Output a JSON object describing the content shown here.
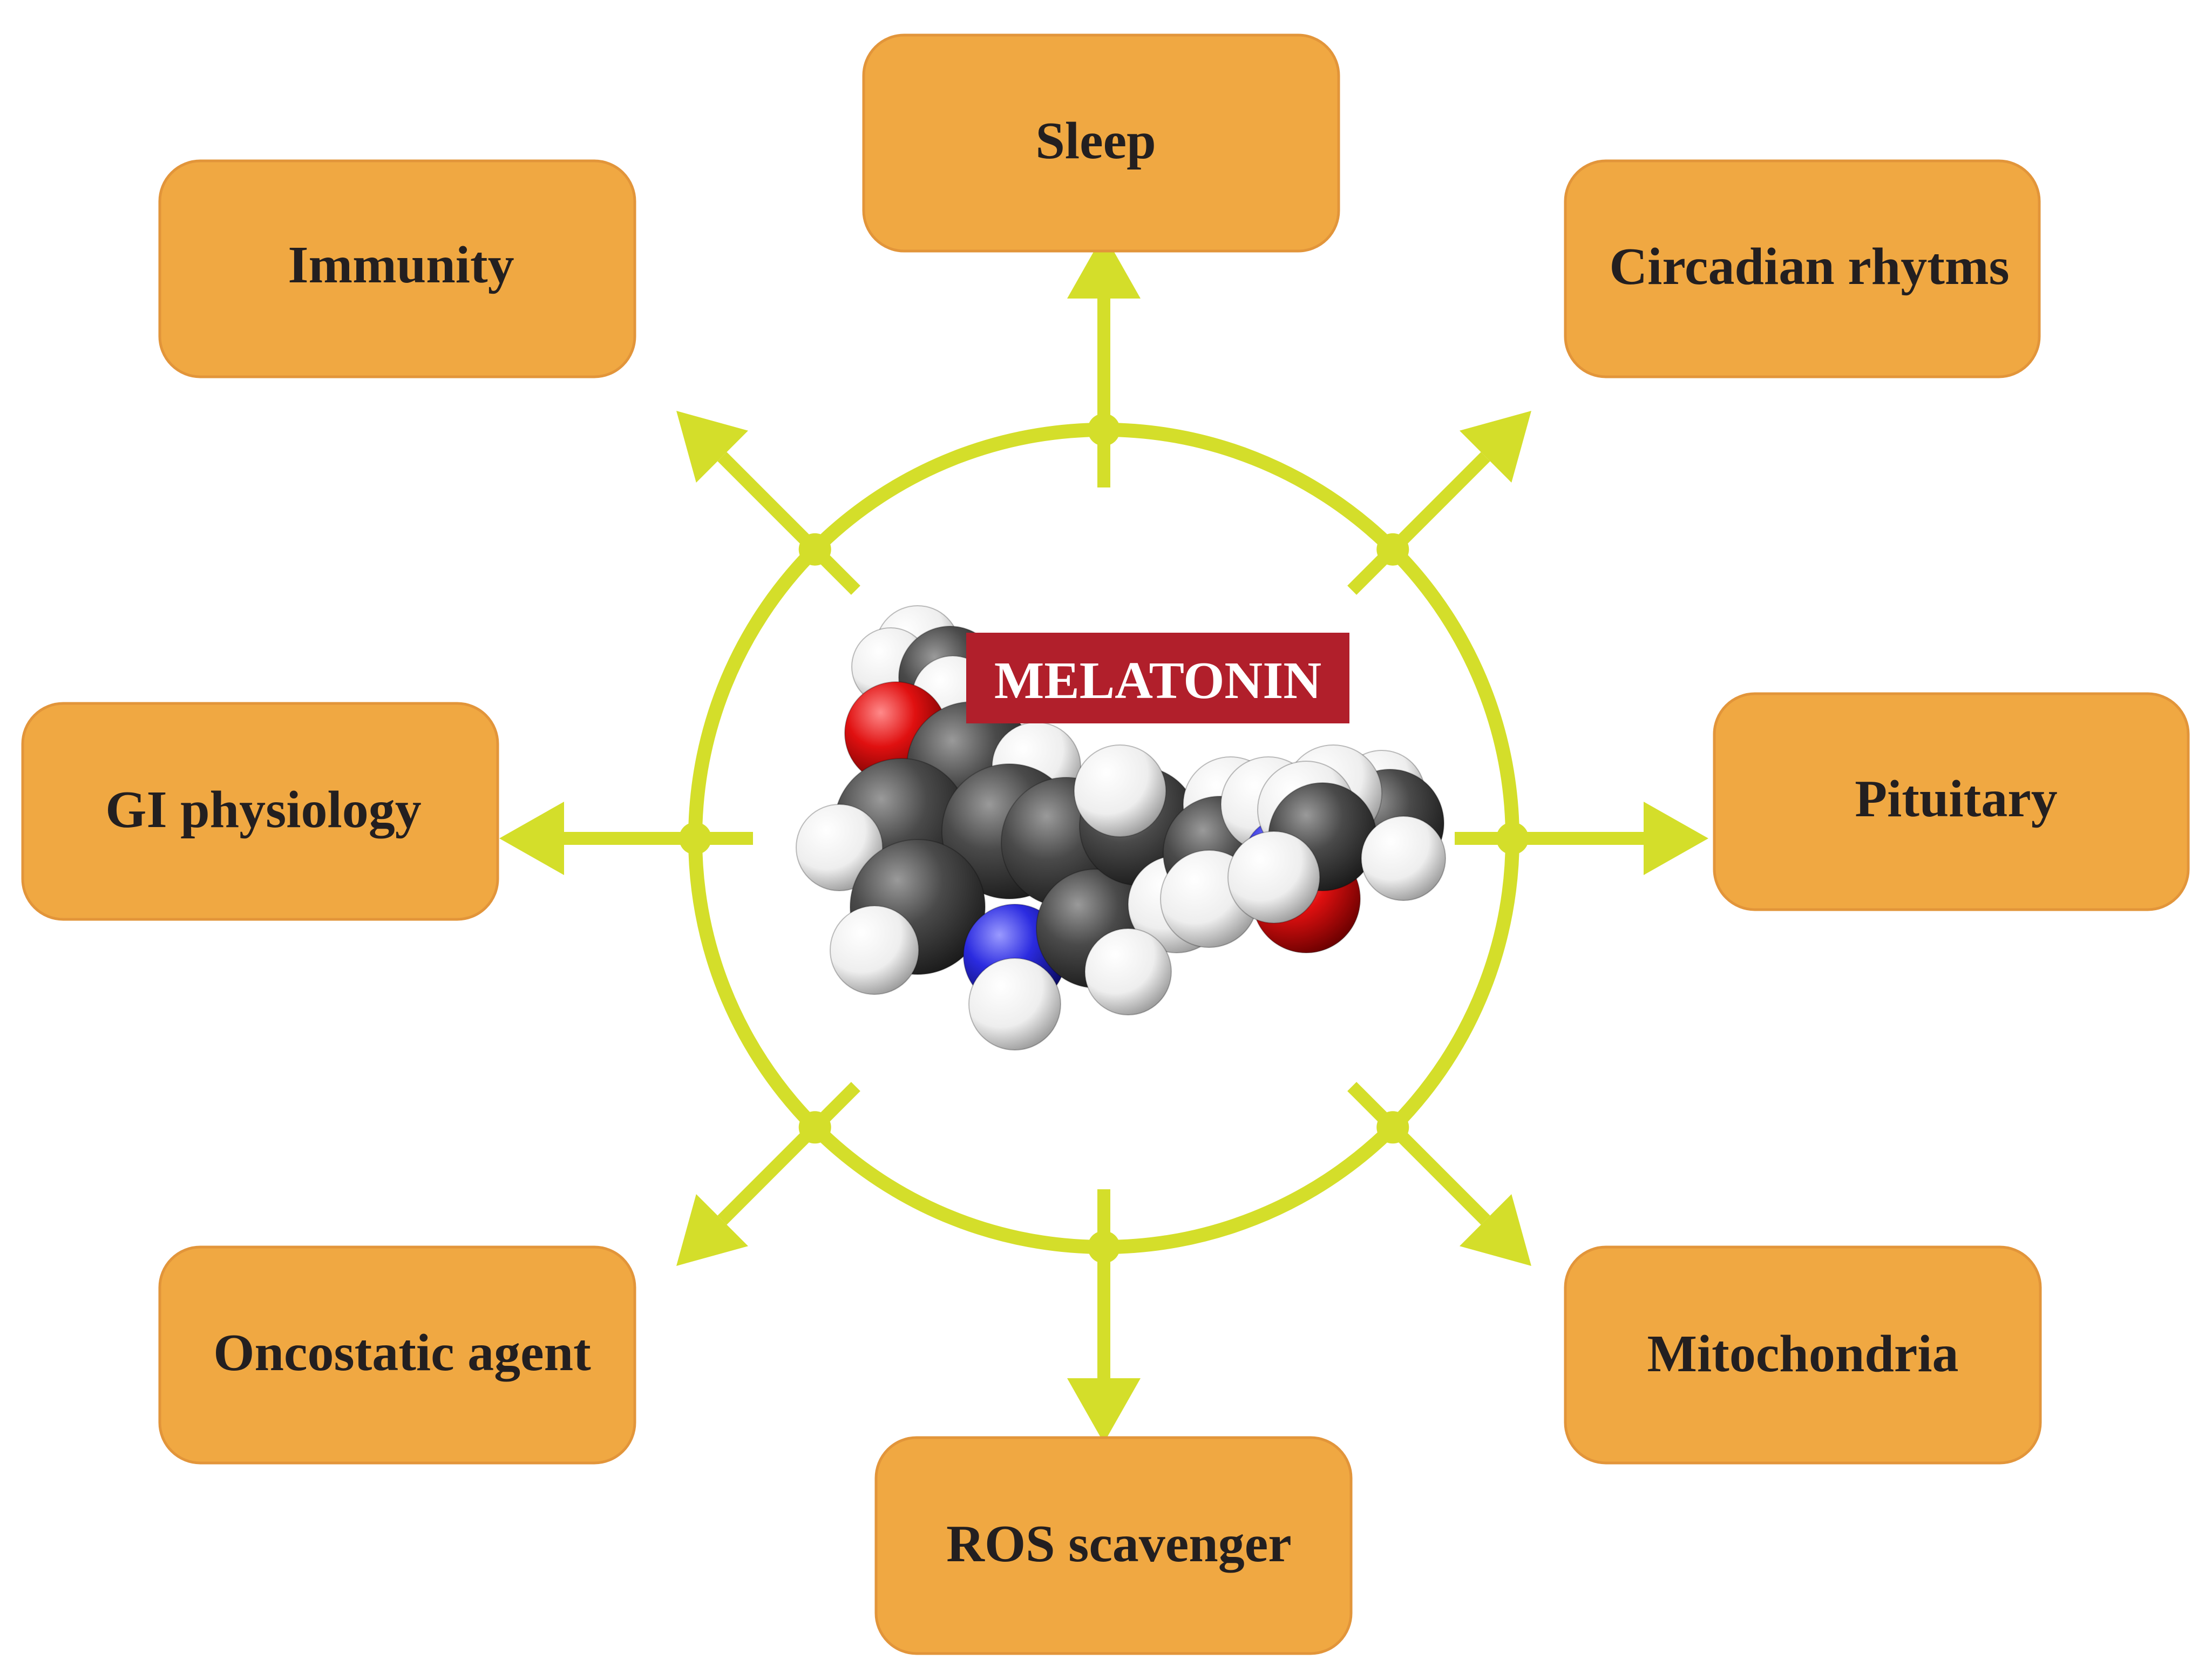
{
  "title": "MELATONIN",
  "colors": {
    "box_fill": "#f0a842",
    "box_text": "#231f20",
    "ring": "#d4de2a",
    "title_bg": "#b11f2b",
    "title_text": "#ffffff",
    "atom_carbon": "#404040",
    "atom_hydrogen": "#ffffff",
    "atom_oxygen": "#e01010",
    "atom_nitrogen": "#2b2be0"
  },
  "functions": [
    {
      "id": "sleep",
      "label": "Sleep"
    },
    {
      "id": "circadian",
      "label": "Circadian rhytms"
    },
    {
      "id": "pituitary",
      "label": "Pituitary"
    },
    {
      "id": "mitochondria",
      "label": "Mitochondria"
    },
    {
      "id": "ros",
      "label": "ROS scavenger"
    },
    {
      "id": "oncostatic",
      "label": "Oncostatic agent"
    },
    {
      "id": "gi",
      "label": "GI physiology"
    },
    {
      "id": "immunity",
      "label": "Immunity"
    }
  ],
  "molecule_icon": "melatonin-space-filling-model-icon"
}
